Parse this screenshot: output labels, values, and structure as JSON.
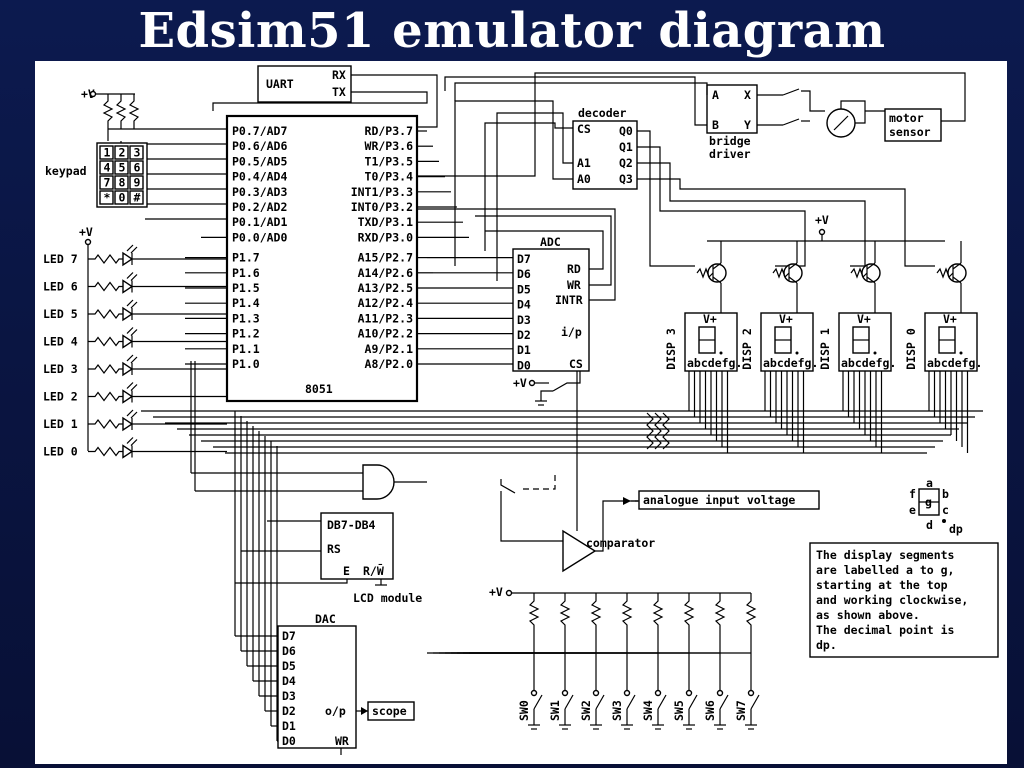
{
  "title": "Edsim51 emulator diagram",
  "mcu": {
    "name": "8051",
    "left_pins": [
      "P0.7/AD7",
      "P0.6/AD6",
      "P0.5/AD5",
      "P0.4/AD4",
      "P0.3/AD3",
      "P0.2/AD2",
      "P0.1/AD1",
      "P0.0/AD0",
      "P1.7",
      "P1.6",
      "P1.5",
      "P1.4",
      "P1.3",
      "P1.2",
      "P1.1",
      "P1.0"
    ],
    "right_pins": [
      "RD/P3.7",
      "WR/P3.6",
      "T1/P3.5",
      "T0/P3.4",
      "INT1/P3.3",
      "INT0/P3.2",
      "TXD/P3.1",
      "RXD/P3.0",
      "A15/P2.7",
      "A14/P2.6",
      "A13/P2.5",
      "A12/P2.4",
      "A11/P2.3",
      "A10/P2.2",
      "A9/P2.1",
      "A8/P2.0"
    ]
  },
  "uart": {
    "label": "UART",
    "pins": [
      "RX",
      "TX"
    ]
  },
  "supply": "+V",
  "keypad": {
    "label": "keypad",
    "keys": [
      "1",
      "2",
      "3",
      "4",
      "5",
      "6",
      "7",
      "8",
      "9",
      "*",
      "0",
      "#"
    ]
  },
  "leds": [
    "LED 7",
    "LED 6",
    "LED 5",
    "LED 4",
    "LED 3",
    "LED 2",
    "LED 1",
    "LED 0"
  ],
  "decoder": {
    "label": "decoder",
    "inputs": [
      "CS",
      "A1",
      "A0"
    ],
    "outputs": [
      "Q0",
      "Q1",
      "Q2",
      "Q3"
    ]
  },
  "bridge": {
    "pins_in": [
      "A",
      "B"
    ],
    "pins_out": [
      "X",
      "Y"
    ],
    "label_line1": "bridge",
    "label_line2": "driver"
  },
  "motor": {
    "line1": "motor",
    "line2": "sensor"
  },
  "adc": {
    "label": "ADC",
    "data_pins": [
      "D7",
      "D6",
      "D5",
      "D4",
      "D3",
      "D2",
      "D1",
      "D0"
    ],
    "ctrl_pins": [
      "RD",
      "WR",
      "INTR",
      "i/p",
      "CS"
    ]
  },
  "displays": [
    {
      "label": "DISP 3"
    },
    {
      "label": "DISP 2"
    },
    {
      "label": "DISP 1"
    },
    {
      "label": "DISP 0"
    }
  ],
  "display_pin_text": "abcdefg.",
  "display_vplus": "V+",
  "analogue_input": "analogue input voltage",
  "comparator": "comparator",
  "lcd": {
    "pins": [
      "DB7-DB4",
      "RS",
      "E",
      "R/W̄"
    ],
    "label": "LCD module"
  },
  "dac": {
    "label": "DAC",
    "pins": [
      "D7",
      "D6",
      "D5",
      "D4",
      "D3",
      "D2",
      "D1",
      "D0"
    ],
    "out": "o/p",
    "wr": "WR"
  },
  "scope": "scope",
  "switches": [
    "SW7",
    "SW6",
    "SW5",
    "SW4",
    "SW3",
    "SW2",
    "SW1",
    "SW0"
  ],
  "segment_legend": {
    "a": "a",
    "b": "b",
    "c": "c",
    "d": "d",
    "e": "e",
    "f": "f",
    "g": "g",
    "dp": "dp"
  },
  "note_lines": [
    "The display segments",
    "are labelled a to g,",
    "starting at the top",
    "and working clockwise,",
    "as shown above.",
    "The decimal point is",
    "dp."
  ]
}
